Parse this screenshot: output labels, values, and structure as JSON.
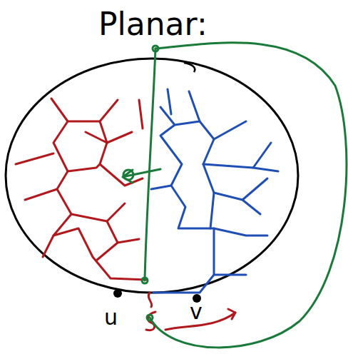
{
  "diagram": {
    "title": "Planar:",
    "labels": [
      "u",
      "v"
    ]
  }
}
